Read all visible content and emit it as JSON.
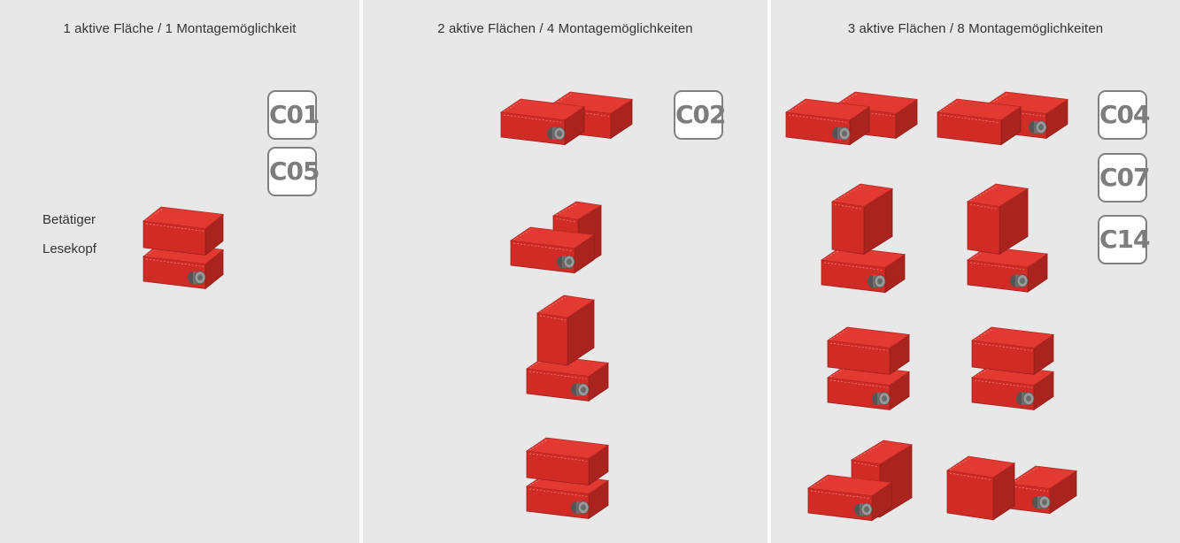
{
  "panels": [
    {
      "title": "1 aktive Fläche / 1 Montagemöglichkeit",
      "badges": [
        "C01",
        "C05"
      ],
      "labels": {
        "actuator": "Betätiger",
        "read_head": "Lesekopf"
      }
    },
    {
      "title": "2 aktive Flächen / 4 Montagemöglichkeiten",
      "badges": [
        "C02"
      ]
    },
    {
      "title": "3 aktive Flächen / 8 Montagemöglichkeiten",
      "badges": [
        "C04",
        "C07",
        "C14"
      ]
    }
  ],
  "colors": {
    "panel_background": "#e8e8e8",
    "block_top": "#e23a33",
    "block_front": "#d12b25",
    "block_side": "#a9231f",
    "connector": "#6f6f6f",
    "badge_text": "#7d7d7d"
  },
  "icons": [
    "sensor-block-icon",
    "actuator-block-icon",
    "connector-icon"
  ]
}
